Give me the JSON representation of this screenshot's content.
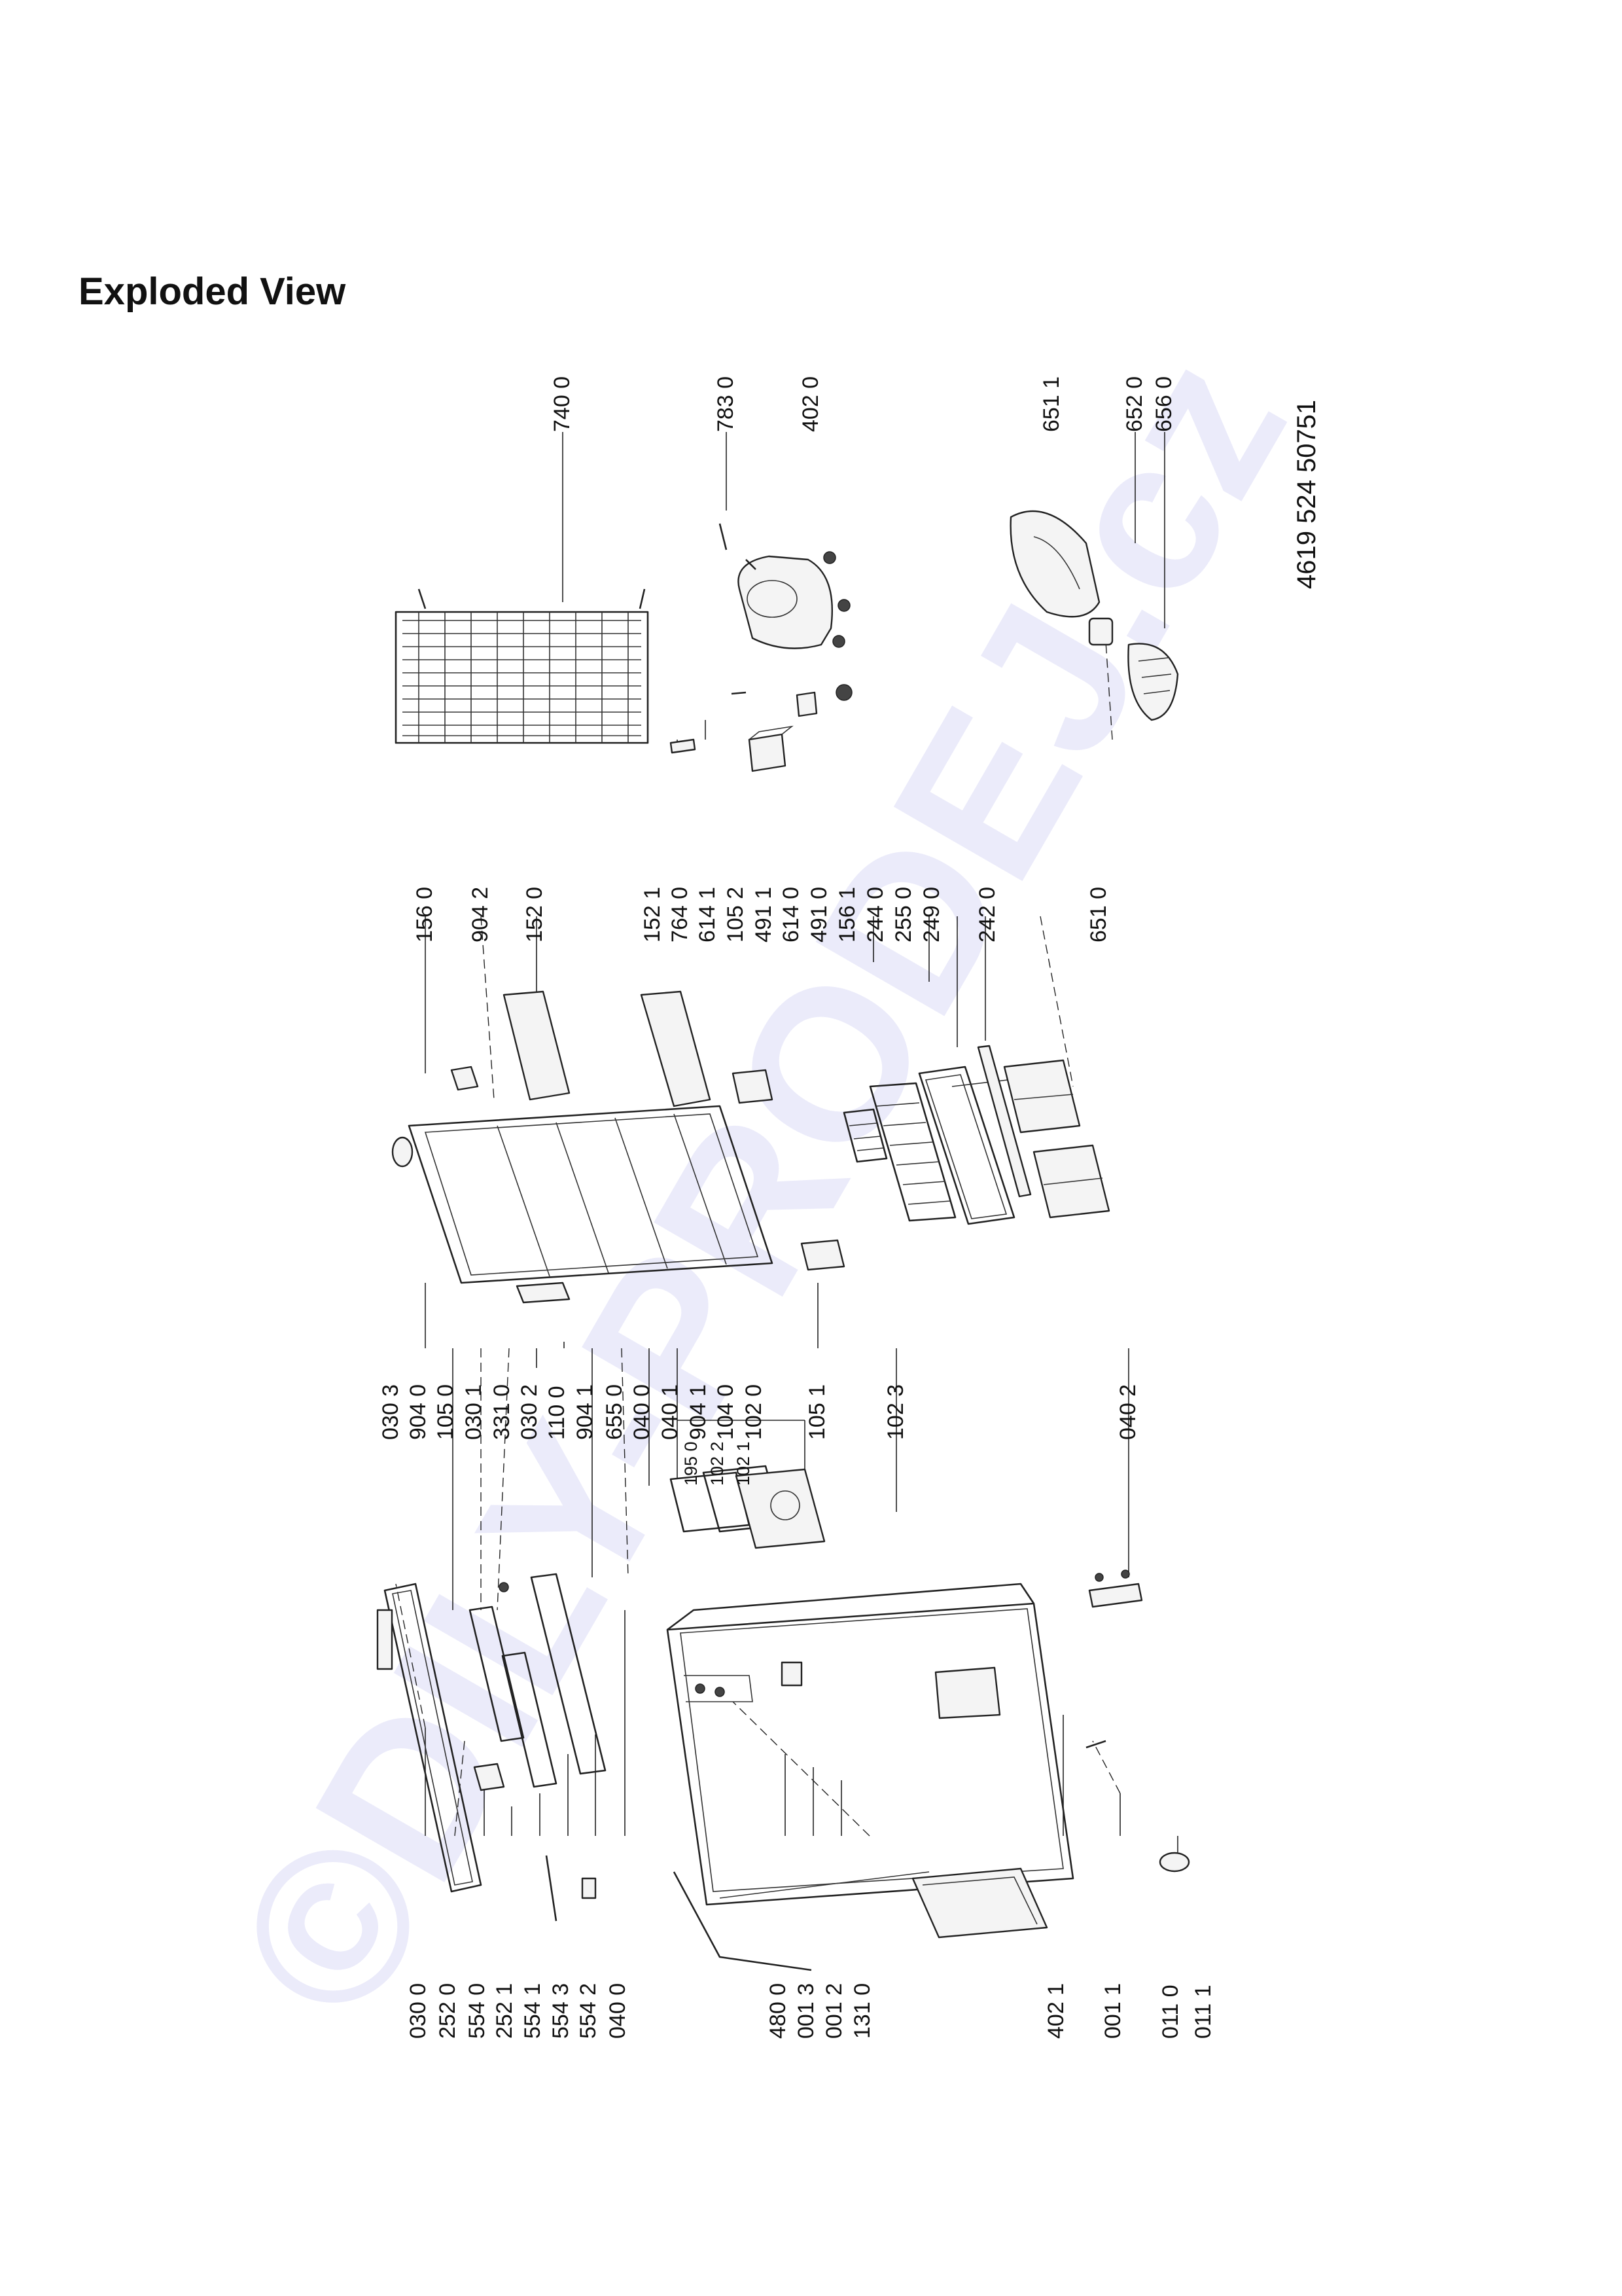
{
  "page": {
    "title": "Exploded View"
  },
  "document_number": "4619 524 50751",
  "watermark": "©DILY-PRODEJ.cz",
  "labels_left": [
    "030 0",
    "252 0",
    "554 0",
    "252 1",
    "554 1",
    "554 3",
    "554 2",
    "040 0",
    "480 0",
    "001 3",
    "001 2",
    "131 0",
    "402 1",
    "001 1",
    "011 0",
    "011 1"
  ],
  "labels_middle": [
    "030 3",
    "904 0",
    "105 0",
    "030 1",
    "331 0",
    "030 2",
    "110 0",
    "904 1",
    "655 0",
    "040 0",
    "040 1",
    "904 1",
    "104 0",
    "102 0",
    "105 1",
    "102 3",
    "040 2"
  ],
  "labels_small": [
    "195 0",
    "102 2",
    "102 1"
  ],
  "labels_upper": [
    "156 0",
    "904 2",
    "152 0",
    "152 1",
    "764 0",
    "614 1",
    "105 2",
    "491 1",
    "614 0",
    "491 0",
    "156 1",
    "244 0",
    "255 0",
    "249 0",
    "242 0",
    "651 0"
  ],
  "labels_top": [
    "740 0",
    "783 0",
    "402 0",
    "651 1",
    "652 0",
    "656 0"
  ]
}
